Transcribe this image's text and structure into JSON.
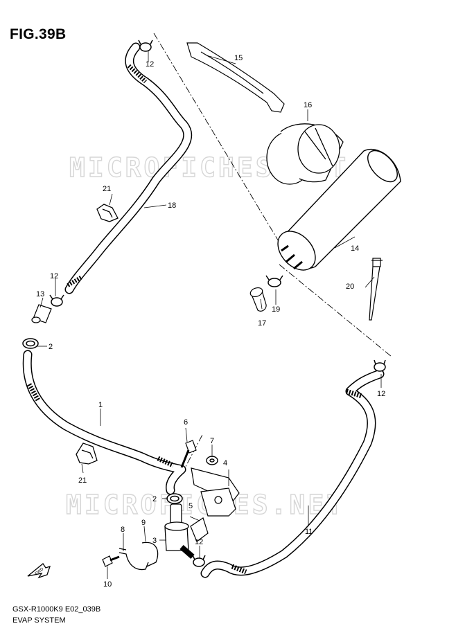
{
  "figure": {
    "title": "FIG.39B"
  },
  "watermark": "MICROFICHES.NET",
  "footer": {
    "code": "GSX-R1000K9 E02_039B",
    "name": "EVAP SYSTEM"
  },
  "callouts": {
    "c1": "1",
    "c2a": "2",
    "c2b": "2",
    "c3": "3",
    "c4": "4",
    "c5": "5",
    "c6": "6",
    "c7": "7",
    "c8": "8",
    "c9": "9",
    "c10": "10",
    "c11": "11",
    "c12a": "12",
    "c12b": "12",
    "c12c": "12",
    "c12d": "12",
    "c13": "13",
    "c14": "14",
    "c15": "15",
    "c16": "16",
    "c17": "17",
    "c18": "18",
    "c19": "19",
    "c20": "20",
    "c21a": "21",
    "c21b": "21"
  },
  "fwd_label": "FWD"
}
